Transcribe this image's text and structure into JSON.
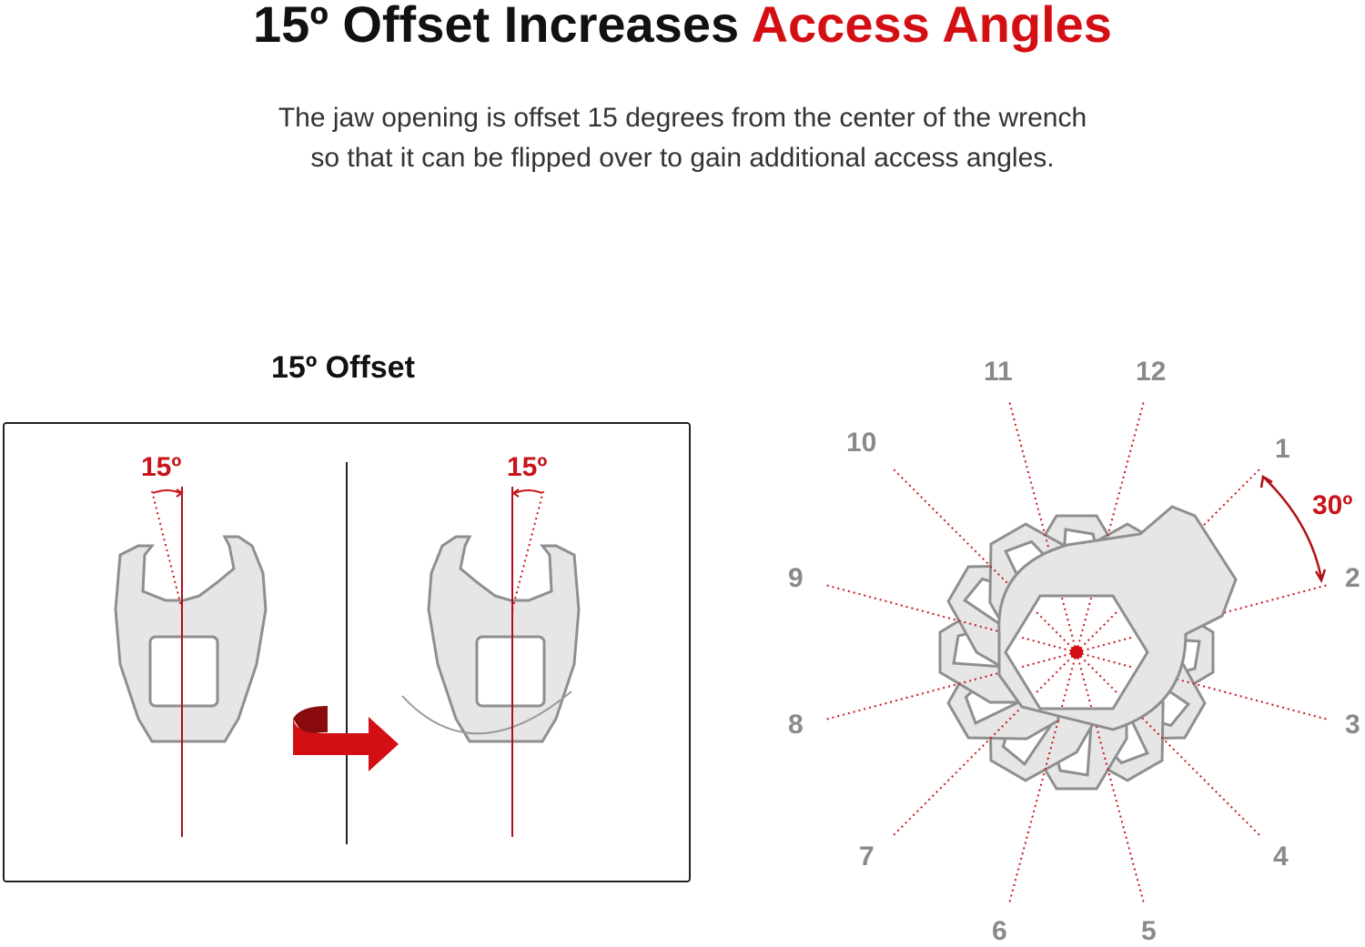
{
  "header": {
    "title_main": "15º Offset Increases ",
    "title_accent": "Access Angles",
    "subtitle_line1": "The jaw opening is offset 15 degrees from the center of the wrench",
    "subtitle_line2": "so that it can be flipped over to gain additional access angles."
  },
  "left_diagram": {
    "label": "15º Offset",
    "angle_left": "15º",
    "angle_right": "15º",
    "icons": [
      "wrench-icon",
      "flip-arrow-icon"
    ]
  },
  "clock_diagram": {
    "positions": [
      "1",
      "2",
      "3",
      "4",
      "5",
      "6",
      "7",
      "8",
      "9",
      "10",
      "11",
      "12"
    ],
    "step_label": "30º",
    "icons": [
      "wrench-icon",
      "center-dot-icon"
    ]
  },
  "colors": {
    "accent": "#d40f14",
    "wrench_fill": "#e6e6e6",
    "wrench_stroke": "#8f8f8f"
  }
}
